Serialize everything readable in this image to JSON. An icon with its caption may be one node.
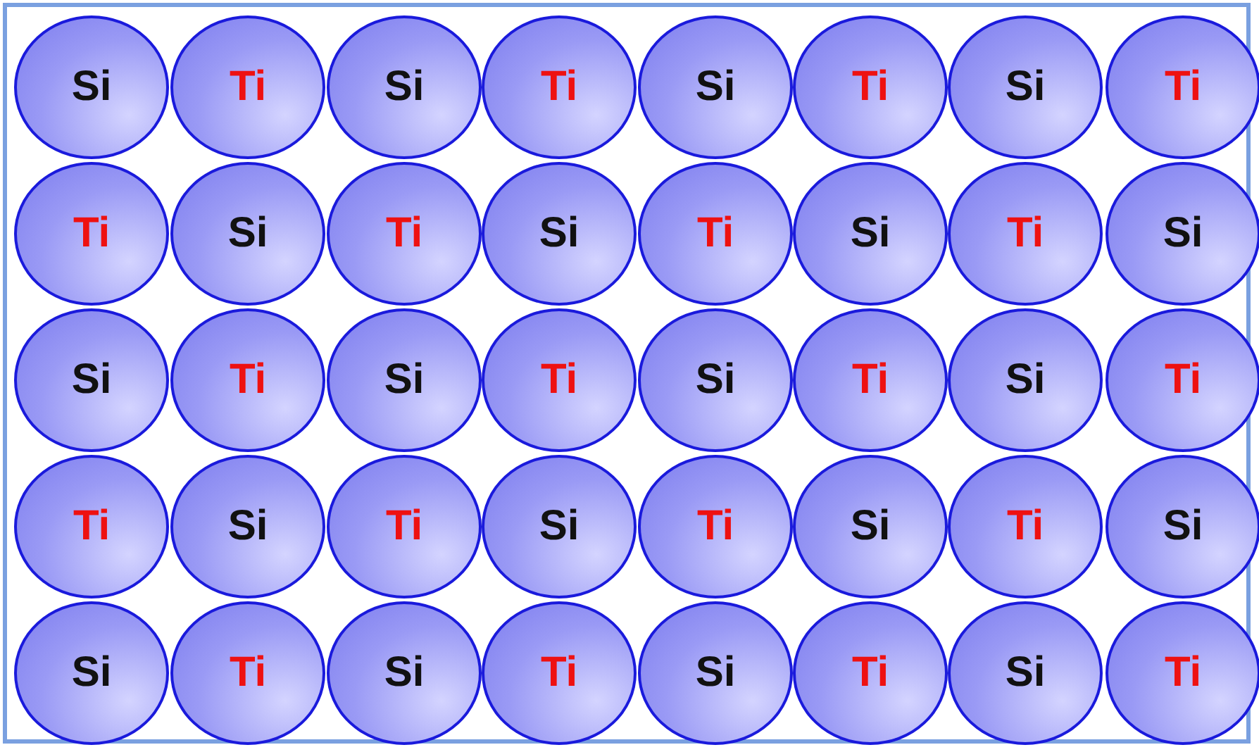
{
  "diagram": {
    "nodes": [
      {
        "text": [
          "Si"
        ]
      },
      {
        "text": [
          "Ti"
        ]
      },
      {
        "text": [
          "Si"
        ]
      },
      {
        "text": [
          "Ti"
        ]
      },
      {
        "text": [
          "Si"
        ]
      },
      {
        "text": [
          "Ti"
        ]
      },
      {
        "text": [
          "Si"
        ]
      },
      {
        "text": [
          "Ti"
        ]
      },
      {
        "text": [
          "Ti"
        ]
      },
      {
        "text": [
          "Si"
        ]
      },
      {
        "text": [
          "Ti"
        ]
      },
      {
        "text": [
          "Si"
        ]
      },
      {
        "text": [
          "Ti"
        ]
      },
      {
        "text": [
          "Si"
        ]
      },
      {
        "text": [
          "Ti"
        ]
      },
      {
        "text": [
          "Si"
        ]
      },
      {
        "text": [
          "Si"
        ]
      },
      {
        "text": [
          "Ti"
        ]
      },
      {
        "text": [
          "Si"
        ]
      },
      {
        "text": [
          "Ti"
        ]
      },
      {
        "text": [
          "Si"
        ]
      },
      {
        "text": [
          "Ti"
        ]
      },
      {
        "text": [
          "Si"
        ]
      },
      {
        "text": [
          "Ti"
        ]
      },
      {
        "text": [
          "Ti"
        ]
      },
      {
        "text": [
          "Si"
        ]
      },
      {
        "text": [
          "Ti"
        ]
      },
      {
        "text": [
          "Si"
        ]
      },
      {
        "text": [
          "Ti"
        ]
      },
      {
        "text": [
          "Si"
        ]
      },
      {
        "text": [
          "Ti"
        ]
      },
      {
        "text": [
          "Si"
        ]
      },
      {
        "text": [
          "Si"
        ]
      },
      {
        "text": [
          "Ti"
        ]
      },
      {
        "text": [
          "Si"
        ]
      },
      {
        "text": [
          "Ti"
        ]
      },
      {
        "text": [
          "Si"
        ]
      },
      {
        "text": [
          "Ti"
        ]
      },
      {
        "text": [
          "Si"
        ]
      },
      {
        "text": [
          "Ti"
        ]
      }
    ]
  }
}
